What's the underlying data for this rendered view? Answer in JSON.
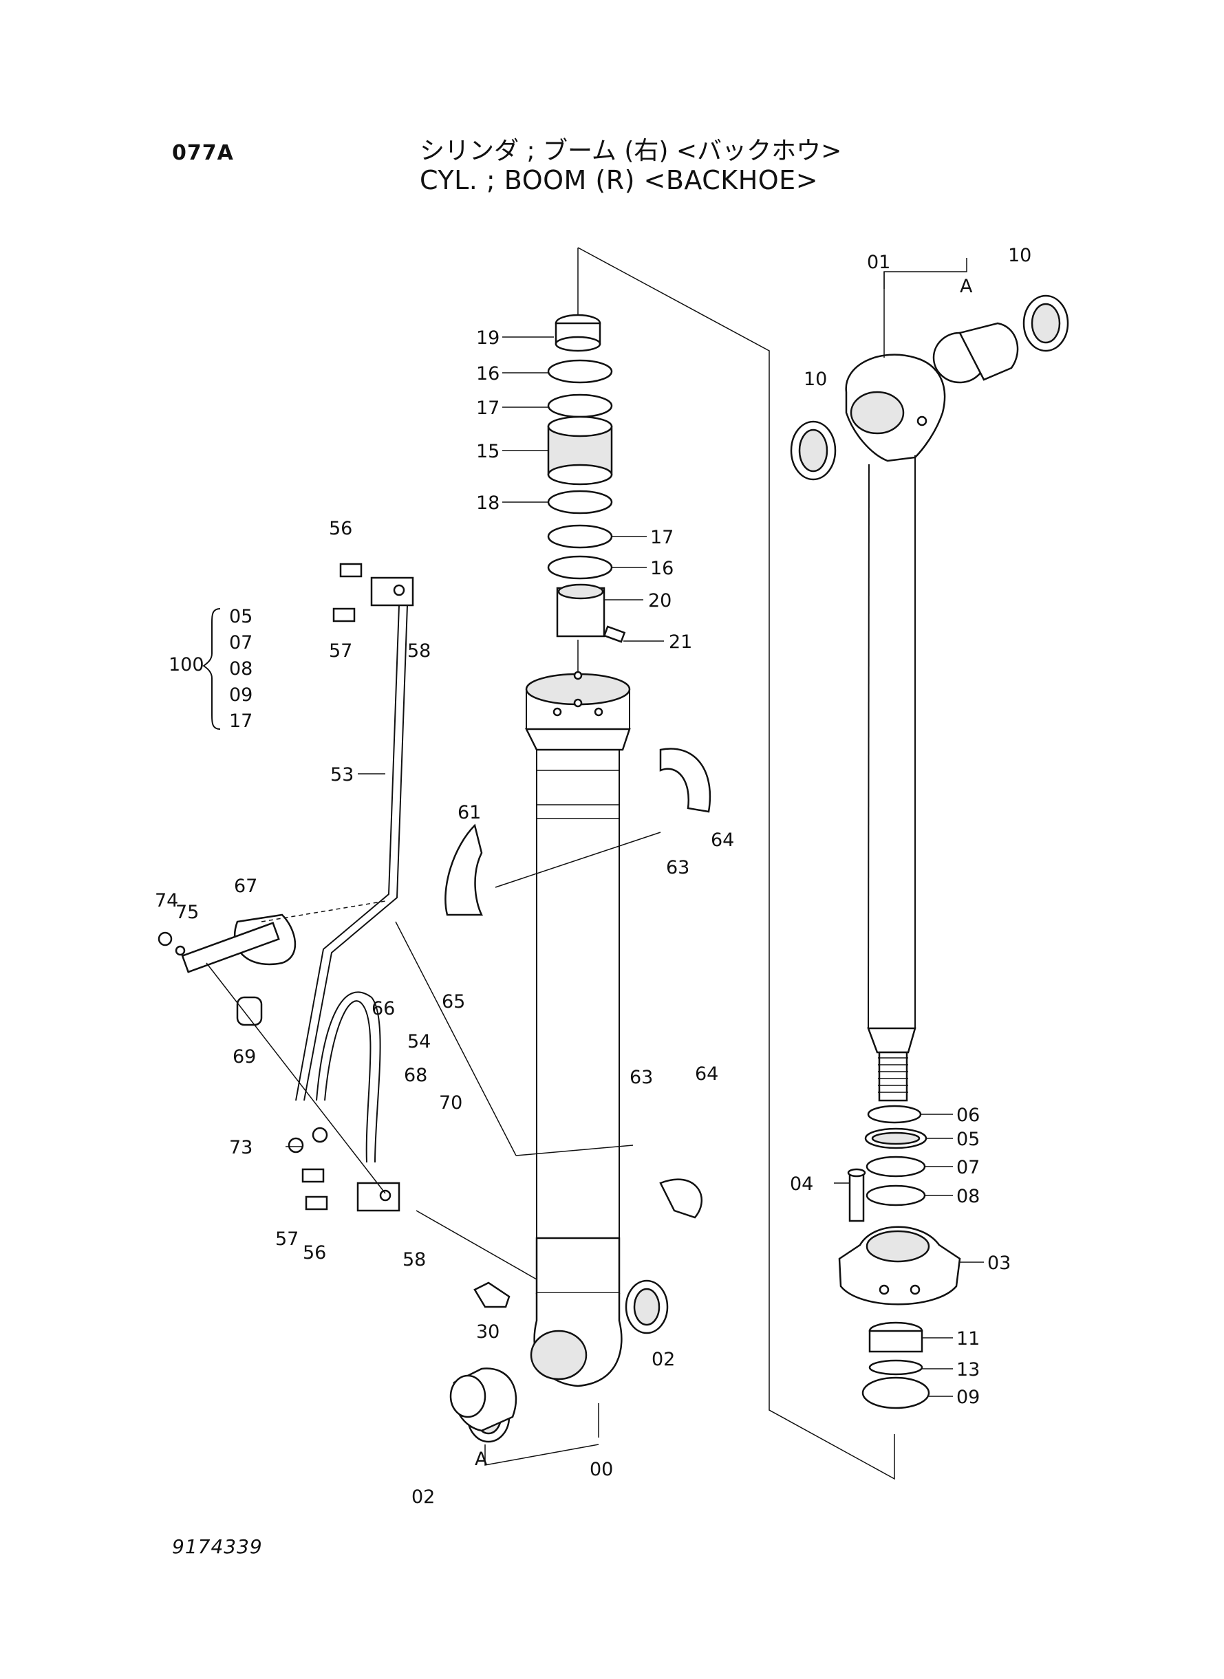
{
  "header": {
    "page_code": "077A",
    "title_jp": "シリンダ ; ブーム (右) <バックホウ>",
    "title_en": "CYL. ; BOOM (R) <BACKHOE>"
  },
  "footer": {
    "doc_number": "9174339"
  },
  "group": {
    "label": "100",
    "members": [
      "05",
      "07",
      "08",
      "09",
      "17"
    ]
  },
  "callouts": {
    "c19": "19",
    "c16a": "16",
    "c17a": "17",
    "c15": "15",
    "c18": "18",
    "c17b": "17",
    "c16b": "16",
    "c20": "20",
    "c21": "21",
    "c01": "01",
    "c10a": "10",
    "c10b": "10",
    "cA1": "A",
    "c56a": "56",
    "c57a": "57",
    "c58a": "58",
    "c53": "53",
    "c61": "61",
    "c63a": "63",
    "c64a": "64",
    "c67": "67",
    "c74": "74",
    "c75": "75",
    "c65": "65",
    "c66": "66",
    "c69": "69",
    "c54": "54",
    "c68": "68",
    "c70": "70",
    "c73": "73",
    "c57b": "57",
    "c56b": "56",
    "c58b": "58",
    "c63b": "63",
    "c64b": "64",
    "c30": "30",
    "c02a": "02",
    "c02b": "02",
    "cA2": "A",
    "c00": "00",
    "c06": "06",
    "c05": "05",
    "c07": "07",
    "c04": "04",
    "c08": "08",
    "c03": "03",
    "c11": "11",
    "c13": "13",
    "c09": "09"
  }
}
